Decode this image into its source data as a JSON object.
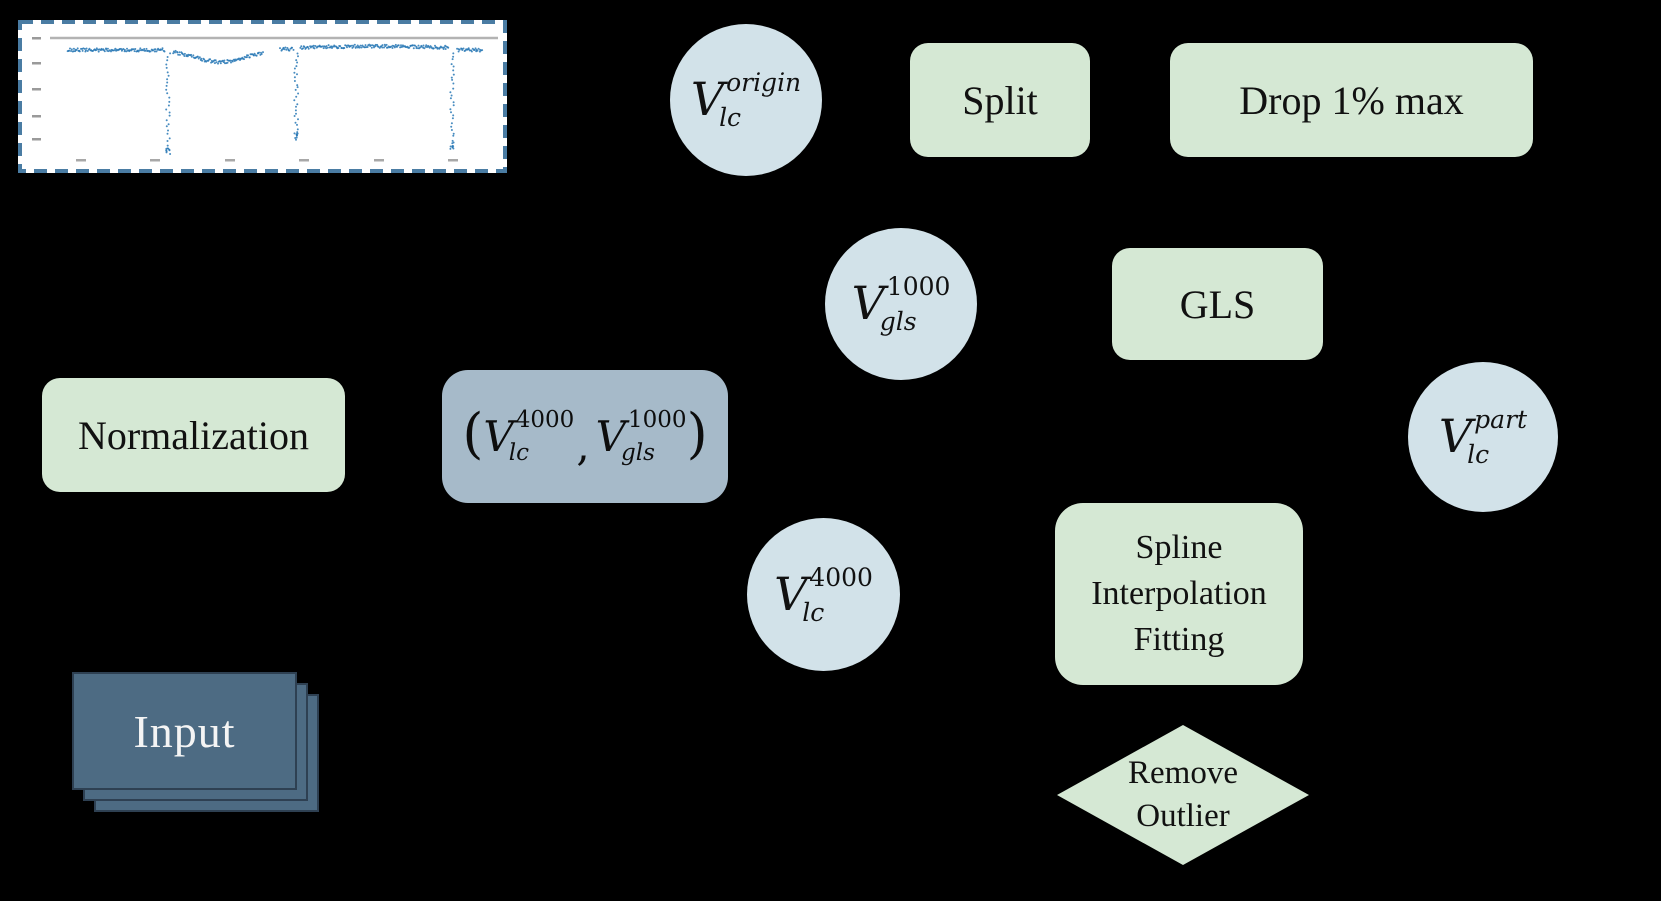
{
  "colors": {
    "background": "#000000",
    "process_box_fill": "#d5e8d4",
    "data_circle_fill": "#d2e2e9",
    "pair_box_fill": "#a6bac9",
    "input_box_fill": "#4d6b83",
    "input_box_border": "#2e4052",
    "input_text": "#f4f4f4",
    "node_text": "#111111",
    "plot_frame_background": "#ffffff",
    "plot_dashed_border": "#4a7ca3",
    "plot_points": "#2878b5",
    "plot_reference_line": "#b3b3b3"
  },
  "nodes": {
    "input": {
      "label": "Input"
    },
    "normalization": {
      "label": "Normalization"
    },
    "split": {
      "label": "Split"
    },
    "drop_max": {
      "label": "Drop 1% max"
    },
    "gls": {
      "label": "GLS"
    },
    "spline": {
      "label": "Spline Interpolation Fitting"
    },
    "remove_outlier": {
      "label": "Remove Outlier"
    },
    "v_origin": {
      "base": "V",
      "sup": "origin",
      "sub": "lc"
    },
    "v_gls_1000": {
      "base": "V",
      "sup": "1000",
      "sub": "gls"
    },
    "v_lc_4000": {
      "base": "V",
      "sup": "4000",
      "sub": "lc"
    },
    "v_lc_part": {
      "base": "V",
      "sup": "part",
      "sub": "lc"
    },
    "pair": {
      "open": "(",
      "first": {
        "base": "V",
        "sup": "4000",
        "sub": "lc"
      },
      "comma": ",",
      "second": {
        "base": "V",
        "sup": "1000",
        "sub": "gls"
      },
      "close": ")"
    }
  }
}
